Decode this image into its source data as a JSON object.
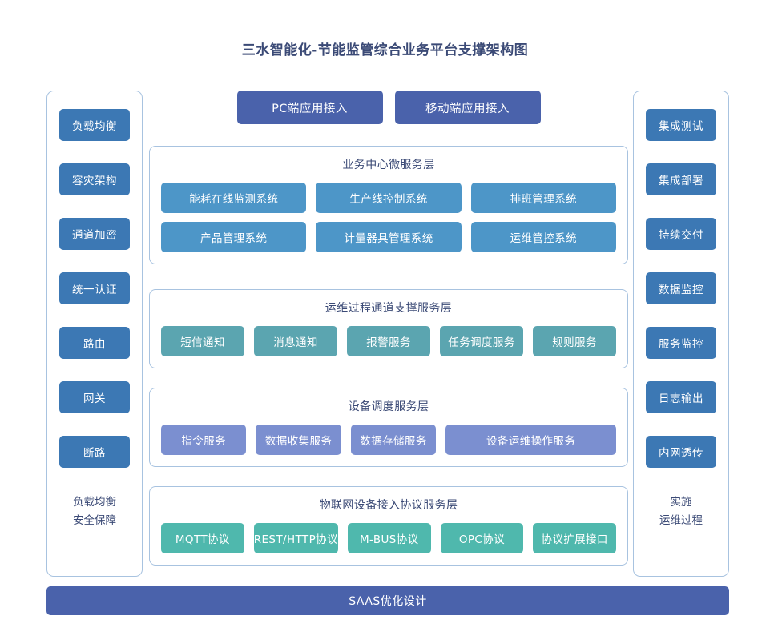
{
  "title": "三水智能化-节能监管综合业务平台支撑架构图",
  "colors": {
    "title_text": "#3b4a76",
    "panel_border": "#a8c3e0",
    "sidebar_node": "#3c78b4",
    "access_node": "#4a62ab",
    "business_node": "#4d96c8",
    "ops_node": "#5ba5b0",
    "device_node": "#7b8fd0",
    "iot_node": "#4fb8ad",
    "background": "#ffffff"
  },
  "left_panel": {
    "items": [
      {
        "label": "负载均衡"
      },
      {
        "label": "容灾架构"
      },
      {
        "label": "通道加密"
      },
      {
        "label": "统一认证"
      },
      {
        "label": "路由"
      },
      {
        "label": "网关"
      },
      {
        "label": "断路"
      }
    ],
    "footer_line1": "负载均衡",
    "footer_line2": "安全保障"
  },
  "right_panel": {
    "items": [
      {
        "label": "集成测试"
      },
      {
        "label": "集成部署"
      },
      {
        "label": "持续交付"
      },
      {
        "label": "数据监控"
      },
      {
        "label": "服务监控"
      },
      {
        "label": "日志输出"
      },
      {
        "label": "内网透传"
      }
    ],
    "footer_line1": "实施",
    "footer_line2": "运维过程"
  },
  "access_row": {
    "items": [
      {
        "label": "PC端应用接入"
      },
      {
        "label": "移动端应用接入"
      }
    ]
  },
  "layers": [
    {
      "id": "business",
      "title": "业务中心微服务层",
      "rows": [
        [
          {
            "label": "能耗在线监测系统"
          },
          {
            "label": "生产线控制系统"
          },
          {
            "label": "排班管理系统"
          }
        ],
        [
          {
            "label": "产品管理系统"
          },
          {
            "label": "计量器具管理系统"
          },
          {
            "label": "运维管控系统"
          }
        ]
      ]
    },
    {
      "id": "ops",
      "title": "运维过程通道支撑服务层",
      "rows": [
        [
          {
            "label": "短信通知"
          },
          {
            "label": "消息通知"
          },
          {
            "label": "报警服务"
          },
          {
            "label": "任务调度服务"
          },
          {
            "label": "规则服务"
          }
        ]
      ]
    },
    {
      "id": "device",
      "title": "设备调度服务层",
      "rows": [
        [
          {
            "label": "指令服务"
          },
          {
            "label": "数据收集服务"
          },
          {
            "label": "数据存储服务"
          },
          {
            "label": "设备运维操作服务",
            "wide": 2
          }
        ]
      ]
    },
    {
      "id": "iot",
      "title": "物联网设备接入协议服务层",
      "rows": [
        [
          {
            "label": "MQTT协议"
          },
          {
            "label": "REST/HTTP协议"
          },
          {
            "label": "M-BUS协议"
          },
          {
            "label": "OPC协议"
          },
          {
            "label": "协议扩展接口"
          }
        ]
      ]
    }
  ],
  "bottom_bar": {
    "label": "SAAS优化设计"
  }
}
